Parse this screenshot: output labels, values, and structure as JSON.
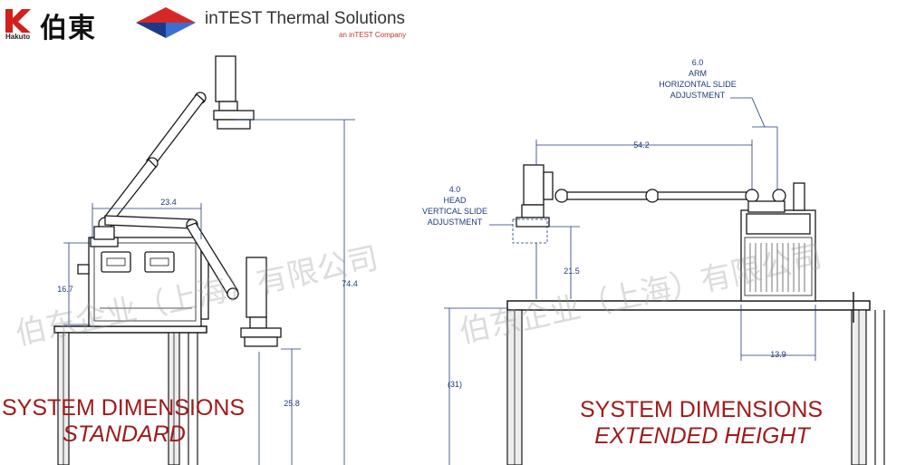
{
  "header": {
    "hakuto_wordmark": "Hakuto",
    "hakuto_kanji": "伯東",
    "intest_name": "inTEST Thermal Solutions",
    "intest_tagline": "an inTEST Company"
  },
  "standard": {
    "title_line1": "SYSTEM DIMENSIONS",
    "title_line2": "STANDARD",
    "dims": {
      "arm_width": "23.4",
      "base_height": "16.7",
      "total_height": "74.4",
      "head_height": "25.8"
    }
  },
  "extended": {
    "title_line1": "SYSTEM DIMENSIONS",
    "title_line2": "EXTENDED HEIGHT",
    "dims": {
      "arm_reach": "54.2",
      "arm_adjust_value": "6.0",
      "arm_adjust_l1": "ARM",
      "arm_adjust_l2": "HORIZONTAL SLIDE",
      "arm_adjust_l3": "ADJUSTMENT",
      "head_adjust_value": "4.0",
      "head_adjust_l1": "HEAD",
      "head_adjust_l2": "VERTICAL SLIDE",
      "head_adjust_l3": "ADJUSTMENT",
      "head_to_table": "21.5",
      "table_height": "(31)",
      "base_width": "13.9"
    }
  },
  "watermark": {
    "text": "伯东企业（上海）有限公司"
  },
  "colors": {
    "caption": "#a11a1a",
    "dimension": "#1f3a7a",
    "drawing": "#1a1a1a"
  }
}
